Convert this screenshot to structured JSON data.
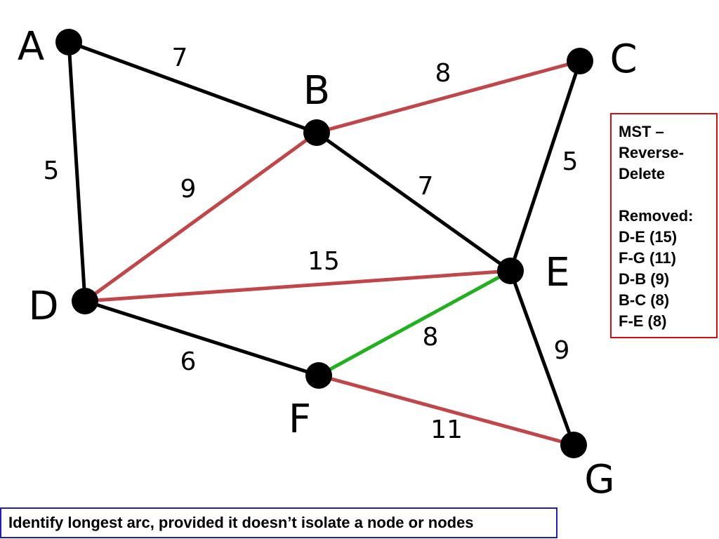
{
  "colors": {
    "kept_edge": "#000000",
    "removed_edge": "#c0464a",
    "highlight_edge": "#22b11e",
    "node_fill": "#000000",
    "legend_border": "#d01010",
    "caption_border": "#2020b0"
  },
  "graph": {
    "nodes": [
      {
        "id": "A",
        "label": "A"
      },
      {
        "id": "B",
        "label": "B"
      },
      {
        "id": "C",
        "label": "C"
      },
      {
        "id": "D",
        "label": "D"
      },
      {
        "id": "E",
        "label": "E"
      },
      {
        "id": "F",
        "label": "F"
      },
      {
        "id": "G",
        "label": "G"
      }
    ],
    "edges": [
      {
        "id": "A-B",
        "from": "A",
        "to": "B",
        "weight": "7",
        "status": "kept"
      },
      {
        "id": "A-D",
        "from": "A",
        "to": "D",
        "weight": "5",
        "status": "kept"
      },
      {
        "id": "B-C",
        "from": "B",
        "to": "C",
        "weight": "8",
        "status": "removed"
      },
      {
        "id": "D-B",
        "from": "D",
        "to": "B",
        "weight": "9",
        "status": "removed"
      },
      {
        "id": "B-E",
        "from": "B",
        "to": "E",
        "weight": "7",
        "status": "kept"
      },
      {
        "id": "C-E",
        "from": "C",
        "to": "E",
        "weight": "5",
        "status": "kept"
      },
      {
        "id": "D-E",
        "from": "D",
        "to": "E",
        "weight": "15",
        "status": "removed"
      },
      {
        "id": "D-F",
        "from": "D",
        "to": "F",
        "weight": "6",
        "status": "kept"
      },
      {
        "id": "F-E",
        "from": "F",
        "to": "E",
        "weight": "8",
        "status": "highlighted"
      },
      {
        "id": "E-G",
        "from": "E",
        "to": "G",
        "weight": "9",
        "status": "kept"
      },
      {
        "id": "F-G",
        "from": "F",
        "to": "G",
        "weight": "11",
        "status": "removed"
      }
    ]
  },
  "legend": {
    "title_lines": [
      "MST –",
      "Reverse-",
      "Delete"
    ],
    "removed_heading": "Removed:",
    "removed_items": [
      "D-E (15)",
      "F-G (11)",
      "D-B (9)",
      "B-C (8)",
      "F-E (8)"
    ]
  },
  "caption": {
    "text": "Identify longest arc, provided it doesn’t isolate a node or nodes"
  }
}
